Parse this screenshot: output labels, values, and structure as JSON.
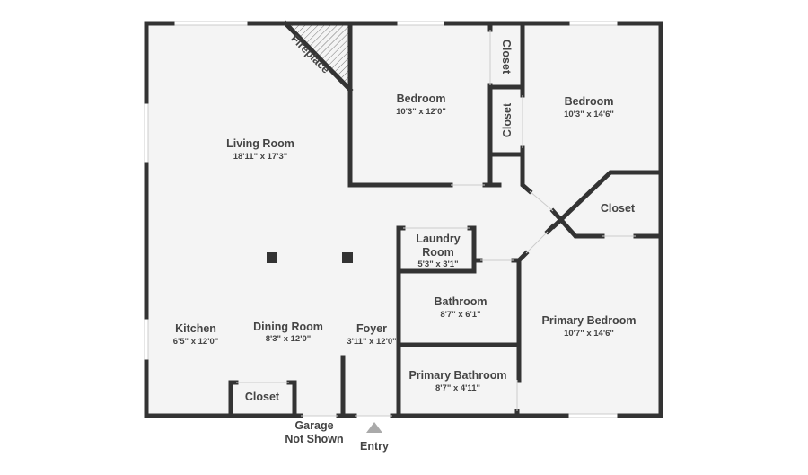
{
  "rooms": {
    "living": {
      "name": "Living Room",
      "dims": "18'11\" x 17'3\""
    },
    "bedroom1": {
      "name": "Bedroom",
      "dims": "10'3\" x 12'0\""
    },
    "bedroom2": {
      "name": "Bedroom",
      "dims": "10'3\" x 14'6\""
    },
    "closet_top": {
      "name": "Closet"
    },
    "closet_mid": {
      "name": "Closet"
    },
    "closet_right": {
      "name": "Closet"
    },
    "closet_kitchen": {
      "name": "Closet"
    },
    "fireplace": {
      "name": "Fireplace"
    },
    "laundry": {
      "name1": "Laundry",
      "name2": "Room",
      "dims": "5'3\" x 3'1\""
    },
    "bathroom": {
      "name": "Bathroom",
      "dims": "8'7\" x 6'1\""
    },
    "primary_bedroom": {
      "name": "Primary Bedroom",
      "dims": "10'7\" x 14'6\""
    },
    "primary_bathroom": {
      "name": "Primary Bathroom",
      "dims": "8'7\" x 4'11\""
    },
    "kitchen": {
      "name": "Kitchen",
      "dims": "6'5\" x 12'0\""
    },
    "dining": {
      "name": "Dining Room",
      "dims": "8'3\" x 12'0\""
    },
    "foyer": {
      "name": "Foyer",
      "dims": "3'11\" x 12'0\""
    }
  },
  "garage": {
    "line1": "Garage",
    "line2": "Not Shown"
  },
  "entry": {
    "label": "Entry"
  },
  "colors": {
    "wall": "#333333",
    "floor": "#f4f4f4",
    "entry_marker": "#aaaaaa"
  }
}
